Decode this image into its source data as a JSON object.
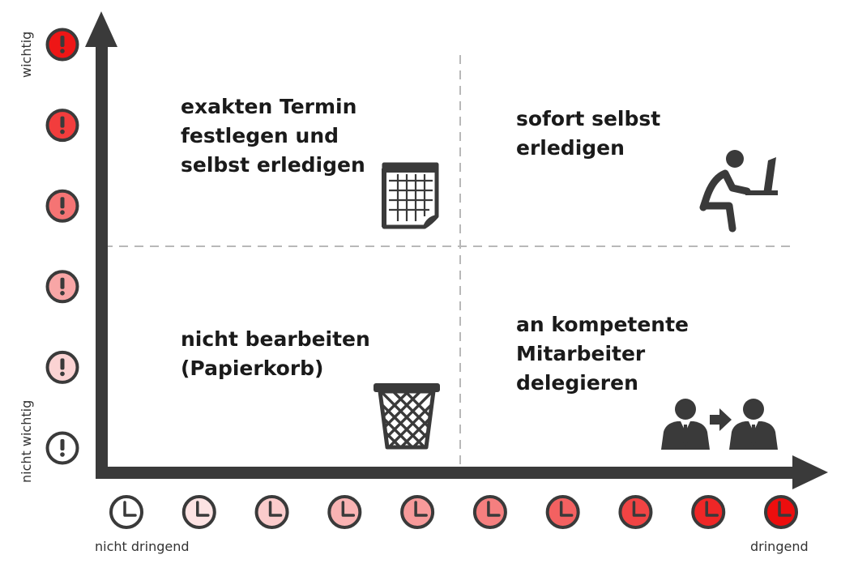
{
  "y_axis": {
    "label_top": "wichtig",
    "label_bottom": "nicht wichtig",
    "markers": [
      {
        "icon": "exclamation-icon",
        "color": "#ffffff"
      },
      {
        "icon": "exclamation-icon",
        "color": "#fbd3d3"
      },
      {
        "icon": "exclamation-icon",
        "color": "#f8a6a6"
      },
      {
        "icon": "exclamation-icon",
        "color": "#f57474"
      },
      {
        "icon": "exclamation-icon",
        "color": "#f23d3d"
      },
      {
        "icon": "exclamation-icon",
        "color": "#ee1616"
      }
    ]
  },
  "x_axis": {
    "label_left": "nicht dringend",
    "label_right": "dringend",
    "markers": [
      {
        "icon": "clock-icon",
        "color": "#ffffff"
      },
      {
        "icon": "clock-icon",
        "color": "#fde3e3"
      },
      {
        "icon": "clock-icon",
        "color": "#fbcccc"
      },
      {
        "icon": "clock-icon",
        "color": "#f9b3b3"
      },
      {
        "icon": "clock-icon",
        "color": "#f79a9a"
      },
      {
        "icon": "clock-icon",
        "color": "#f57f7f"
      },
      {
        "icon": "clock-icon",
        "color": "#f36161"
      },
      {
        "icon": "clock-icon",
        "color": "#f14444"
      },
      {
        "icon": "clock-icon",
        "color": "#ef2727"
      },
      {
        "icon": "clock-icon",
        "color": "#ed0e0e"
      }
    ]
  },
  "quadrants": {
    "top_left": {
      "lines": [
        "exakten Termin",
        "festlegen und",
        "selbst erledigen"
      ],
      "icon": "calendar-icon"
    },
    "top_right": {
      "lines": [
        "sofort selbst",
        "erledigen"
      ],
      "icon": "person-at-computer-icon"
    },
    "bottom_left": {
      "lines": [
        "nicht bearbeiten",
        "(Papierkorb)"
      ],
      "icon": "wastebasket-icon"
    },
    "bottom_right": {
      "lines": [
        "an kompetente",
        "Mitarbeiter",
        "delegieren"
      ],
      "icon": "delegate-icon"
    }
  },
  "colors": {
    "axis": "#3a3a3a",
    "grid": "#b8b8b8",
    "icon": "#3a3a3a"
  }
}
